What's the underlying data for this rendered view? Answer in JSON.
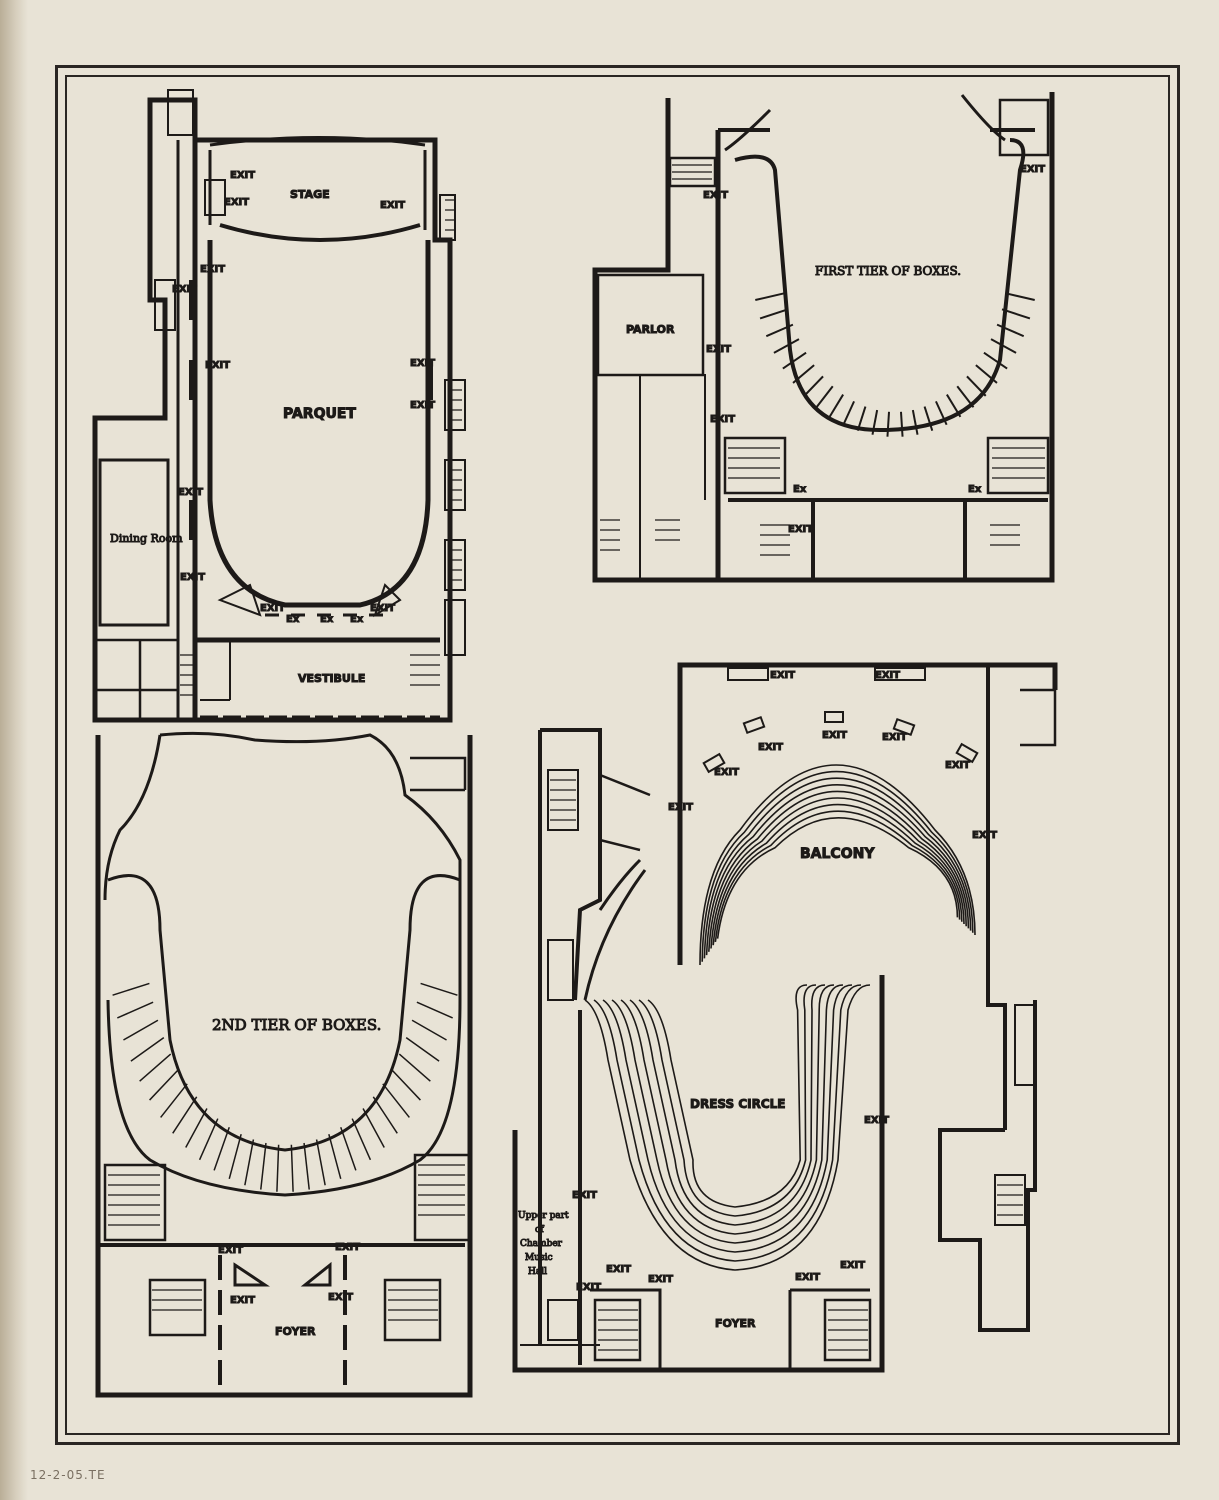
{
  "plans": {
    "parquet": {
      "title": "PARQUET",
      "stage": "STAGE",
      "vestibule": "VESTIBULE",
      "dining": "Dining Room",
      "exit": "EXIT",
      "ex": "Ex"
    },
    "first_tier": {
      "title": "FIRST TIER OF BOXES.",
      "parlor": "PARLOR",
      "exit": "EXIT",
      "ex": "Ex"
    },
    "second_tier": {
      "title": "2ND TIER OF BOXES.",
      "foyer": "FOYER",
      "exit": "EXIT"
    },
    "balcony": {
      "title": "BALCONY",
      "dress_circle": "DRESS CIRCLE",
      "foyer": "FOYER",
      "chamber_note": [
        "Upper part",
        "of",
        "Chamber",
        "Music",
        "Hall"
      ],
      "exit": "EXIT"
    }
  },
  "pencil_note": "12-2-05.TE"
}
